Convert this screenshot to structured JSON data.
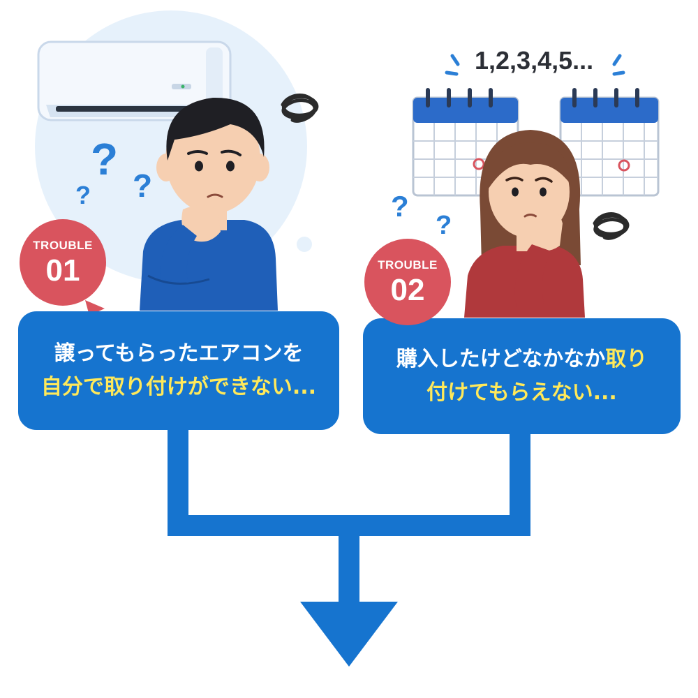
{
  "colors": {
    "flow_blue": "#1674cf",
    "badge_red": "#d9545e",
    "highlight_yellow": "#ffe95a",
    "question_blue": "#2b7fd6"
  },
  "illustration_left": {
    "icons": [
      "air-conditioner-icon",
      "question-mark-icon",
      "worry-scribble-icon"
    ]
  },
  "illustration_right": {
    "counter_text": "1,2,3,4,5...",
    "icons": [
      "calendar-icon",
      "question-mark-icon",
      "worry-scribble-icon"
    ]
  },
  "troubles": [
    {
      "badge_label": "TROUBLE",
      "badge_number": "01",
      "line1": "譲ってもらったエアコンを",
      "line2_highlight": "自分で取り付けができない...",
      "line2_rest": ""
    },
    {
      "badge_label": "TROUBLE",
      "badge_number": "02",
      "line1": "購入したけどなかなか",
      "line1_highlight": "取り",
      "line2_highlight": "付けてもらえない..."
    }
  ]
}
